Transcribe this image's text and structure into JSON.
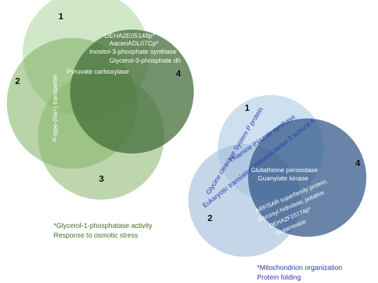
{
  "green_venn": {
    "set_labels": [
      "1",
      "2",
      "3",
      "4"
    ],
    "items": {
      "deha": "DEHA2E05148p*",
      "aacer": "AaceriADL07Cp*",
      "inositol": "Inositol-3-phosphate synthase",
      "glycerol_dh": "Glycerol-3-phosphate dh",
      "pyruvate": "Pyruvate carboxylase",
      "p_type": "P-type-(Na+) transporter"
    },
    "notes": [
      "*Glycerol-1-phosphatase activity",
      "Response to osmotic stress"
    ],
    "colors": [
      "#a9d49a",
      "#7fb062",
      "#86b46b",
      "#466d3a"
    ]
  },
  "blue_venn": {
    "set_labels": [
      "1",
      "2",
      "4"
    ],
    "items": {
      "glycine": "Glycine cleavage System P protein",
      "eukaryotic": "Eukaryotic translation initiation factor 3 subunit A",
      "thiamine": "Thiamine thiazole synthase",
      "glutathione": "Glutathione peroxidase",
      "guanylate": "Guanylate kinase",
      "arf": "ARF/SAR superfamily protein,",
      "glycosyl": "Glycosyl hidrolase, putative",
      "deha2f": "DEHA2F15774p*",
      "glutaminase": "Glutaminase"
    },
    "notes": [
      "*Mitochondrion organization",
      "Protein folding"
    ],
    "colors": [
      "#bcd5ea",
      "#9ebbd8",
      "#2f5586"
    ]
  }
}
